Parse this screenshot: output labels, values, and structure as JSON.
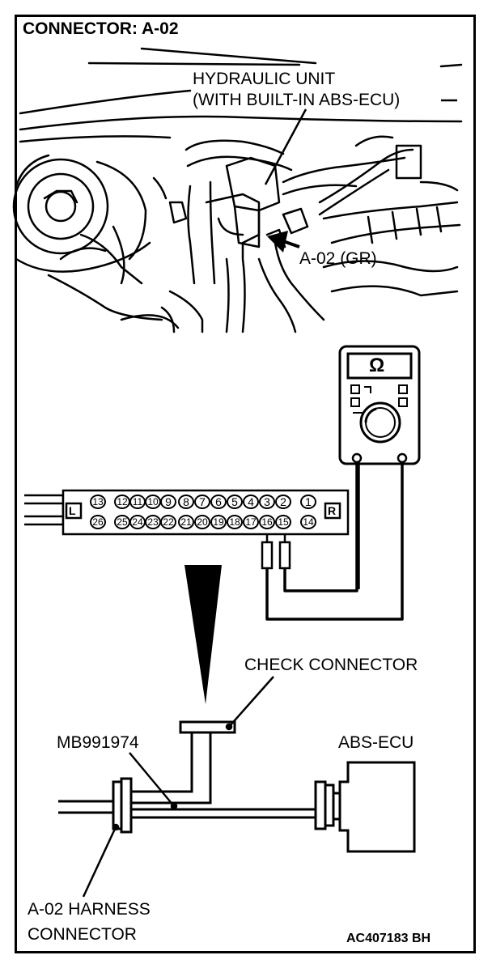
{
  "title": "CONNECTOR: A-02",
  "labels": {
    "hydraulic_unit_line1": "HYDRAULIC UNIT",
    "hydraulic_unit_line2": "(WITH BUILT-IN ABS-ECU)",
    "connector_a02": "A-02 (GR)",
    "check_connector": "CHECK CONNECTOR",
    "mb_tool": "MB991974",
    "abs_ecu": "ABS-ECU",
    "harness_line1": "A-02 HARNESS",
    "harness_line2": "CONNECTOR",
    "figure_code": "AC407183 BH"
  },
  "meter": {
    "symbol": "Ω"
  },
  "connector_face": {
    "left_mark": "L",
    "right_mark": "R",
    "top_pins": [
      "13",
      "12",
      "11",
      "10",
      "9",
      "8",
      "7",
      "6",
      "5",
      "4",
      "3",
      "2",
      "1"
    ],
    "bottom_pins": [
      "26",
      "25",
      "24",
      "23",
      "22",
      "21",
      "20",
      "19",
      "18",
      "17",
      "16",
      "15",
      "14"
    ]
  }
}
